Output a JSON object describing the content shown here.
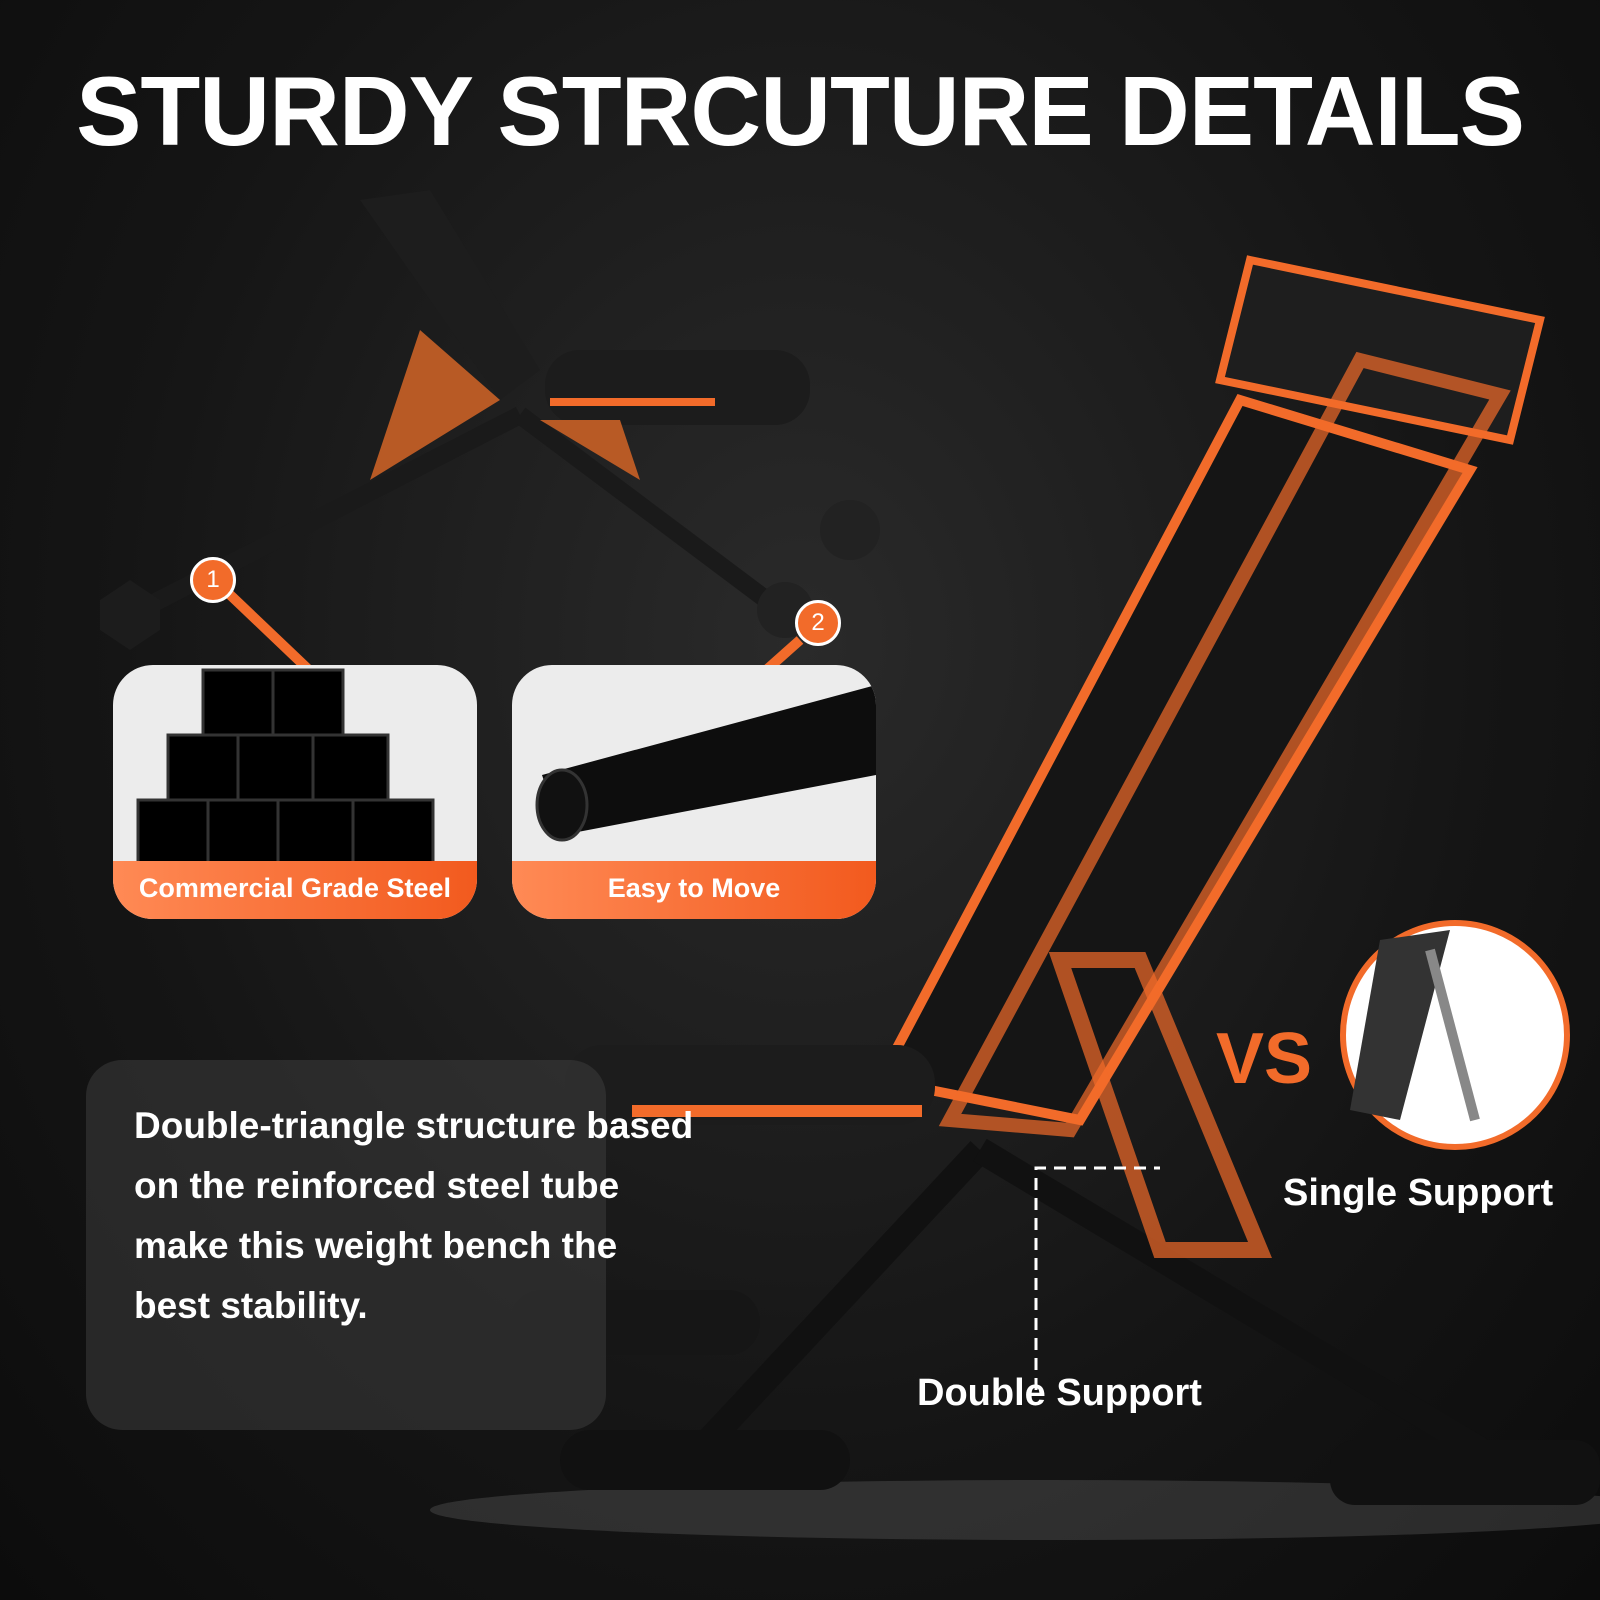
{
  "title": "STURDY STRCUTURE DETAILS",
  "badges": [
    "1",
    "2"
  ],
  "cards": [
    {
      "label": "Commercial Grade Steel"
    },
    {
      "label": "Easy to Move"
    }
  ],
  "description": "Double-triangle structure based on the reinforced steel tube make this weight bench the best stability.",
  "comparison": {
    "vs": "VS",
    "single": "Single Support",
    "double": "Double Support"
  },
  "colors": {
    "accent": "#f26b2a",
    "background": "#151515"
  }
}
